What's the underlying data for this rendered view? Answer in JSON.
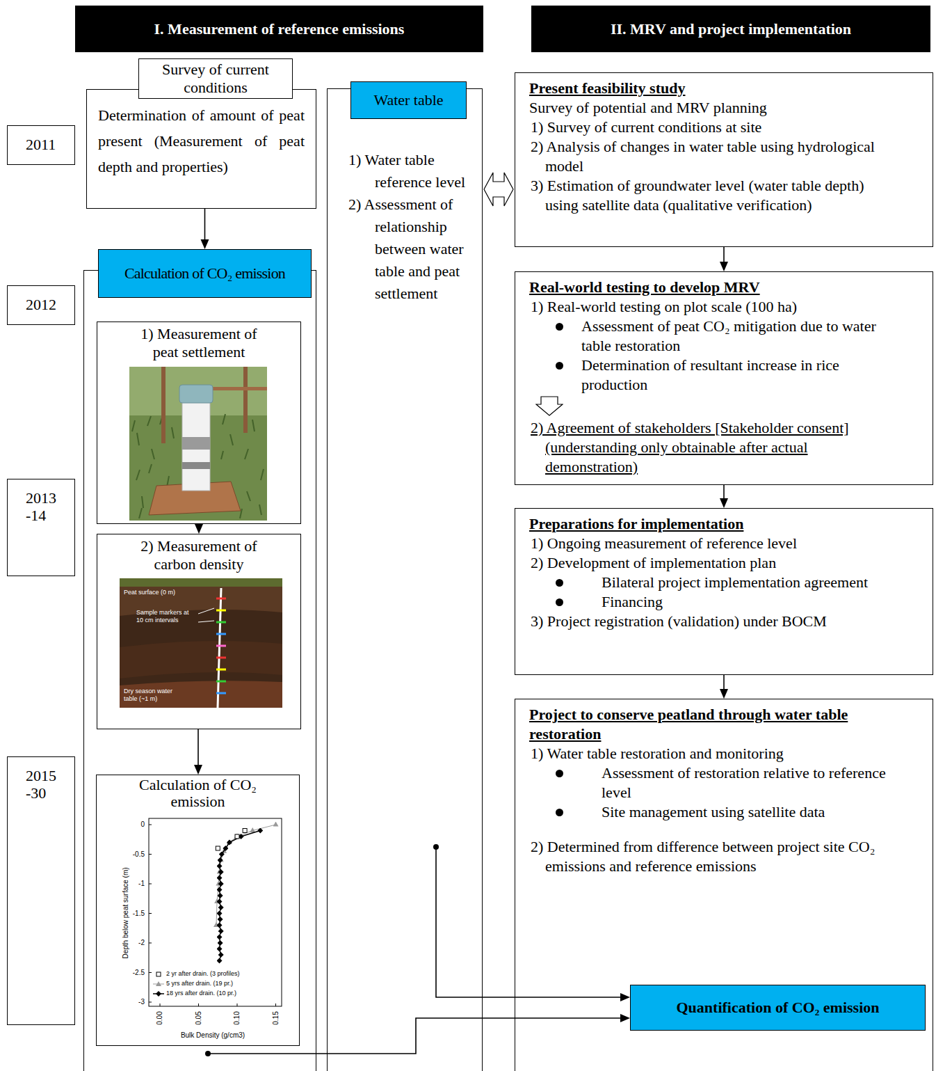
{
  "diagram": {
    "nodes": [
      {
        "text": [
          "I. Measurement of reference emissions"
        ]
      },
      {
        "text": [
          "II. MRV and project implementation"
        ]
      },
      {
        "text": [
          "2011"
        ]
      },
      {
        "text": [
          "Survey of current conditions"
        ]
      },
      {
        "text": [
          "Determination of amount of peat present (Measurement of peat depth and properties)"
        ]
      },
      {
        "text": [
          "Water table",
          "1) Water table reference level",
          "2) Assessment of relationship between water table and peat settlement"
        ]
      },
      {
        "text": [
          "Present feasibility study",
          "Survey of potential and MRV planning",
          "1) Survey of current conditions at site",
          "2) Analysis of changes in water table using hydrological model",
          "3) Estimation of groundwater level (water table depth) using satellite data (qualitative verification)"
        ]
      },
      {
        "text": [
          "2012"
        ]
      },
      {
        "text": [
          "Calculation of CO₂ emission"
        ]
      },
      {
        "text": [
          "1) Measurement of peat settlement"
        ],
        "in": 8
      },
      {
        "text": [
          "Real-world testing to develop MRV",
          "1) Real-world testing on plot scale (100 ha)",
          "Assessment of peat CO₂ mitigation due to water table restoration",
          "Determination of resultant increase in rice production",
          "2) Agreement of stakeholders [Stakeholder consent] (understanding only obtainable after actual demonstration)"
        ]
      },
      {
        "text": [
          "2013 -14"
        ]
      },
      {
        "text": [
          "2) Measurement of carbon density"
        ],
        "in": 8
      },
      {
        "text": [
          "Preparations for implementation",
          "1) Ongoing measurement of reference level",
          "2) Development of implementation plan",
          "Bilateral project implementation agreement",
          "Financing",
          "3) Project registration (validation) under BOCM"
        ]
      },
      {
        "text": [
          "2015 -30"
        ]
      },
      {
        "text": [
          "Calculation of CO₂ emission"
        ],
        "in": 8
      },
      {
        "text": [
          "Project to conserve peatland through water table restoration",
          "1) Water table restoration and monitoring",
          "Assessment of restoration relative to reference level",
          "Site management using satellite data",
          "2) Determined from difference between project site CO₂ emissions and reference emissions"
        ]
      },
      {
        "text": [
          "Quantification of CO₂ emission"
        ],
        "in": 16
      }
    ],
    "edges": [
      {
        "from": 4,
        "to": 8,
        "arrow": "to"
      },
      {
        "from": 5,
        "to": 6,
        "arrow": "both"
      },
      {
        "from": 6,
        "to": 10,
        "arrow": "to"
      },
      {
        "from": 9,
        "to": 12,
        "arrow": "to"
      },
      {
        "from": 10,
        "to": 13,
        "arrow": "to"
      },
      {
        "from": 12,
        "to": 15,
        "arrow": "to"
      },
      {
        "from": 13,
        "to": 16,
        "arrow": "to"
      },
      {
        "from": 5,
        "to": 17,
        "arrow": "to"
      },
      {
        "from": 15,
        "to": 17,
        "arrow": "to"
      }
    ],
    "labels": [
      "Peat surface (0 m)",
      "Sample markers at 10 cm intervals",
      "Dry season water table (~1 m)",
      "0",
      "-0.5",
      "-1",
      "-1.5",
      "-2",
      "-2.5",
      "-3",
      "Depth below peat surface (m)",
      "0.00",
      "0.05",
      "0.10",
      "0.15",
      "Bulk Density (g/cm3)"
    ],
    "legend": [
      {
        "text": "2 yr after drain. (3 profiles)"
      },
      {
        "text": "5 yrs after drain. (19 pr.)"
      },
      {
        "text": "18 yrs after drain. (10 pr.)"
      }
    ]
  }
}
